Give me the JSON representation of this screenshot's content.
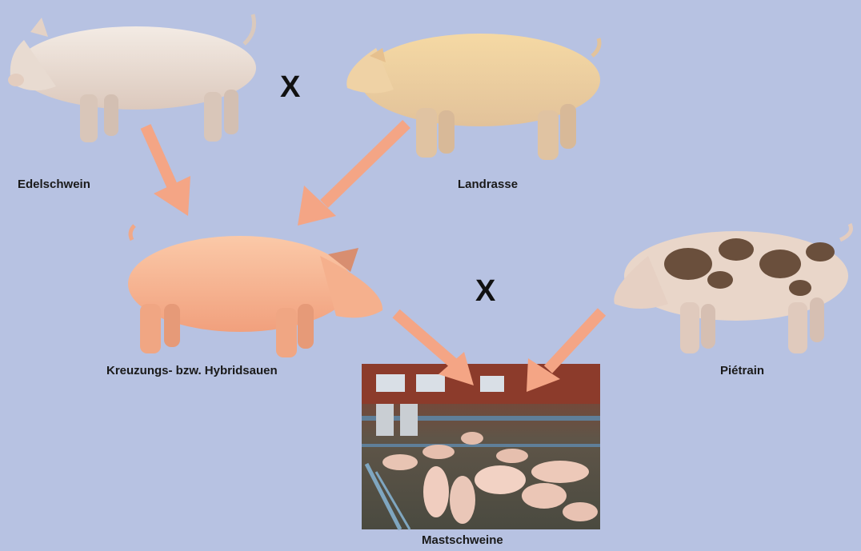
{
  "diagram": {
    "breeds": {
      "edelschwein": "Edelschwein",
      "landrasse": "Landrasse",
      "hybrid_sows": "Kreuzungs- bzw. Hybridsauen",
      "pietrain": "Piétrain",
      "fattening_pigs": "Mastschweine"
    },
    "cross_symbol_1": "X",
    "cross_symbol_2": "X",
    "colors": {
      "background": "#b7c2e2",
      "arrow": "#f4a585",
      "pig_white": "#ece2da",
      "pig_landrace": "#f0d3a2",
      "pig_hybrid": "#f7b592",
      "pig_pietrain_base": "#e9d6c9",
      "pig_pietrain_spots": "#6a4f3c"
    }
  }
}
